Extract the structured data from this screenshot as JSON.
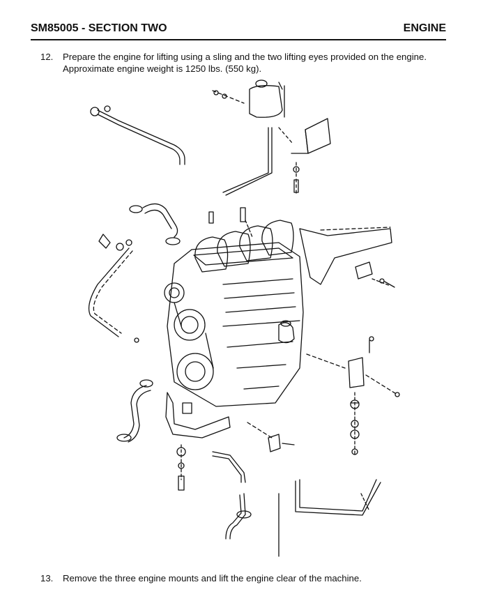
{
  "header": {
    "left": "SM85005 - SECTION TWO",
    "right": "ENGINE"
  },
  "steps": [
    {
      "number": "12.",
      "text": "Prepare the engine for lifting using a sling and the two lifting eyes provided on the engine. Approximate engine weight is 1250 lbs. (550 kg)."
    },
    {
      "number": "13.",
      "text": "Remove the three engine mounts and lift the engine clear of the machine."
    }
  ]
}
